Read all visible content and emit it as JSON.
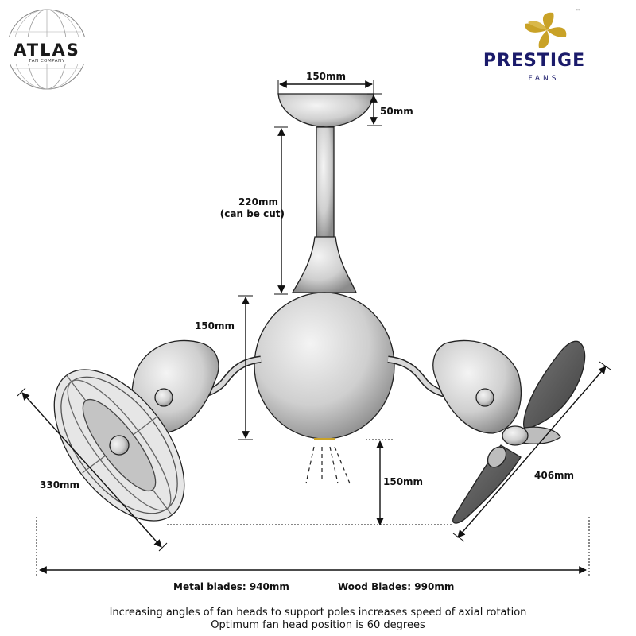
{
  "brands": {
    "atlas": {
      "name": "ATLAS",
      "tagline": "FAN COMPANY"
    },
    "prestige": {
      "name": "PRESTIGE",
      "subtitle": "FANS",
      "accent_color": "#c9a227"
    }
  },
  "dimensions": {
    "canopy_width": "150mm",
    "canopy_height": "50mm",
    "downrod_length": "220mm",
    "downrod_note": "(can be cut)",
    "motor_height": "150mm",
    "light_drop": "150mm",
    "metal_head_diameter": "330mm",
    "wood_blade_span": "406mm",
    "metal_blades_width": "Metal blades: 940mm",
    "wood_blades_width": "Wood Blades: 990mm"
  },
  "captions": {
    "line1": "Increasing angles of fan heads to support poles increases speed of axial rotation",
    "line2": "Optimum fan head position is 60 degrees"
  },
  "colors": {
    "body_fill": "#d8d8d8",
    "outline": "#222222",
    "blade_wood": "#5a5a5a"
  }
}
